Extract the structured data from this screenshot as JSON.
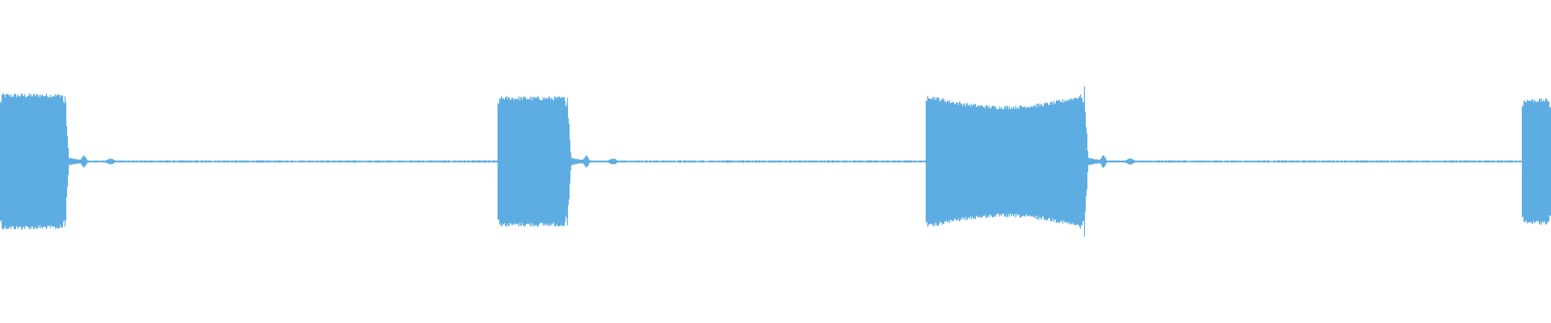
{
  "waveform": {
    "color": "#5dade2",
    "background": "#ffffff",
    "duration_fraction_segments": [
      {
        "name": "burst-1",
        "start": 0.0,
        "end": 0.0417,
        "amplitude": 0.92,
        "shape": "flat"
      },
      {
        "name": "burst-2",
        "start": 0.3208,
        "end": 0.3656,
        "amplitude": 0.88,
        "shape": "flat"
      },
      {
        "name": "burst-3",
        "start": 0.5969,
        "end": 0.699,
        "amplitude": 0.92,
        "shape": "saddle"
      },
      {
        "name": "burst-4",
        "start": 0.9813,
        "end": 1.0,
        "amplitude": 0.85,
        "shape": "flat"
      }
    ],
    "silence_amplitude": 0.012
  }
}
